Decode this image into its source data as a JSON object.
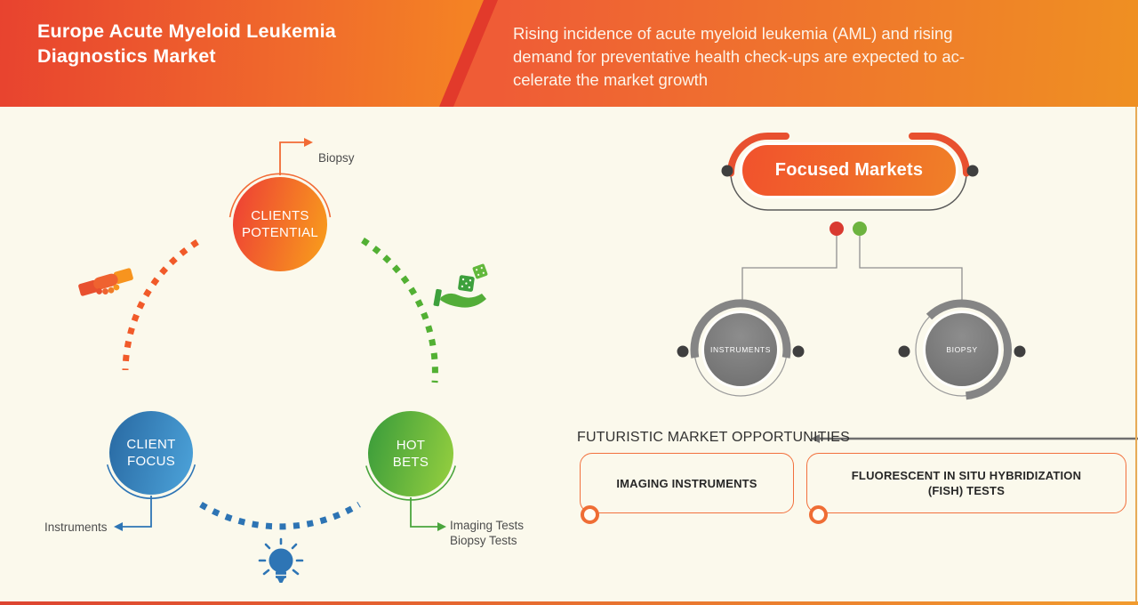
{
  "header": {
    "title_lines": [
      "Europe Acute Myeloid Leukemia",
      "Diagnostics Market"
    ],
    "subtitle_lines": [
      "Rising incidence of acute myeloid leukemia (AML) and rising",
      "demand for preventative health check-ups are expected to ac-",
      "celerate the market growth"
    ]
  },
  "cycle": {
    "clients_potential": {
      "lines": [
        "CLIENTS",
        "POTENTIAL"
      ],
      "callout": "Biopsy"
    },
    "client_focus": {
      "lines": [
        "CLIENT",
        "FOCUS"
      ],
      "callout": "Instruments"
    },
    "hot_bets": {
      "lines": [
        "HOT",
        "BETS"
      ],
      "callout_lines": [
        "Imaging Tests",
        "Biopsy Tests"
      ]
    }
  },
  "focused_markets": {
    "title": "Focused Markets",
    "children": [
      {
        "label": "INSTRUMENTS"
      },
      {
        "label": "BIOPSY"
      }
    ]
  },
  "opportunities": {
    "heading": "FUTURISTIC MARKET OPPORTUNITIES",
    "boxes": [
      {
        "lines": [
          "IMAGING INSTRUMENTS",
          ""
        ]
      },
      {
        "lines": [
          "FLUORESCENT IN SITU HYBRIDIZATION",
          "(FISH) TESTS"
        ]
      }
    ]
  },
  "colors": {
    "accent_orange": "#f05a2b",
    "accent_blue": "#2e75b5",
    "accent_green": "#52b033",
    "node_gray": "#7e7e7e",
    "red_dot": "#d93a30",
    "green_dot": "#6db33f",
    "cream_background": "#fbf9ec"
  }
}
